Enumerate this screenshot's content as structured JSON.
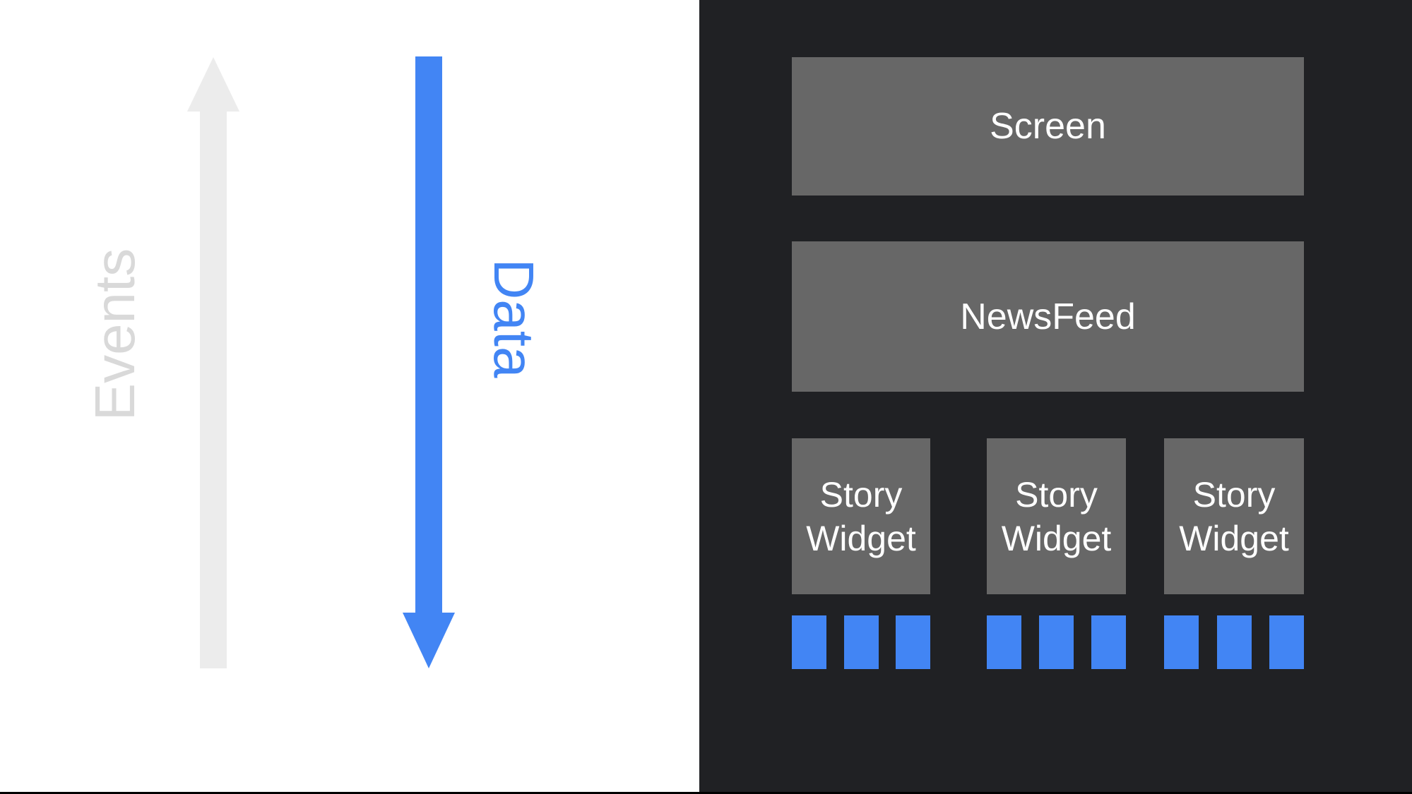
{
  "colors": {
    "accent_blue": "#4285f4",
    "panel_dark": "#202124",
    "box_gray": "#676767",
    "arrow_light_gray": "#ececec",
    "events_label_gray": "#d9d9d9",
    "label_white": "#ffffff",
    "left_background": "#ffffff"
  },
  "flow_labels": {
    "events": {
      "label": "Events",
      "direction": "up"
    },
    "data": {
      "label": "Data",
      "direction": "down"
    }
  },
  "widget_tree": {
    "screen": {
      "label": "Screen"
    },
    "newsfeed": {
      "label": "NewsFeed"
    },
    "stories": [
      {
        "label": "Story Widget",
        "data_block_count": 3
      },
      {
        "label": "Story Widget",
        "data_block_count": 3
      },
      {
        "label": "Story Widget",
        "data_block_count": 3
      }
    ]
  }
}
